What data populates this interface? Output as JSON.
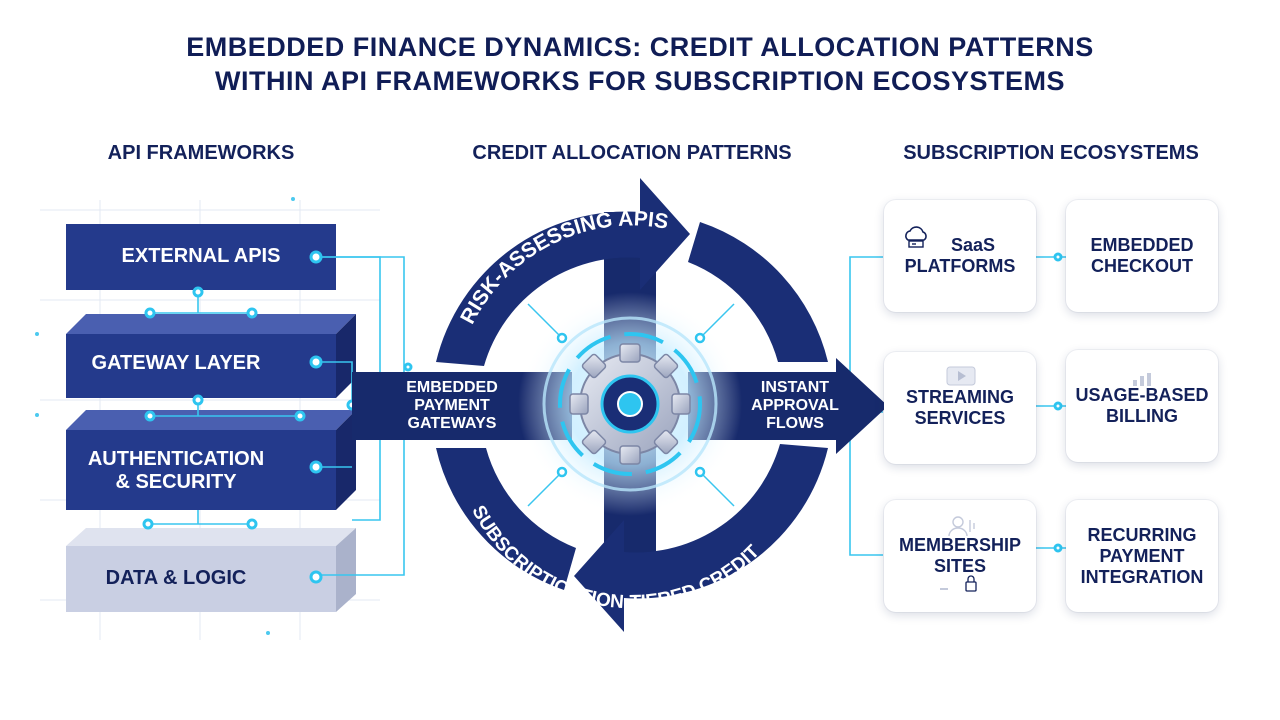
{
  "title": {
    "line1": "EMBEDDED FINANCE DYNAMICS: CREDIT ALLOCATION PATTERNS",
    "line2": "WITHIN API FRAMEWORKS FOR SUBSCRIPTION ECOSYSTEMS"
  },
  "columns": {
    "left": "API FRAMEWORKS",
    "center": "CREDIT ALLOCATION PATTERNS",
    "right": "SUBSCRIPTION ECOSYSTEMS"
  },
  "api_layers": [
    {
      "label": "EXTERNAL APIS"
    },
    {
      "label": "GATEWAY LAYER"
    },
    {
      "label_line1": "AUTHENTICATION",
      "label_line2": "& SECURITY"
    },
    {
      "label": "DATA & LOGIC"
    }
  ],
  "center": {
    "top_arc": "RISK-ASSESSING APIS",
    "bottom_arc": "SUBSCRIPTIONTION-TIERED CREDIT",
    "left_flow": [
      "EMBEDDED",
      "PAYMENT",
      "GATEWAYS"
    ],
    "right_flow": [
      "INSTANT",
      "APPROVAL",
      "FLOWS"
    ]
  },
  "ecosystem_cards": [
    {
      "line1": "SaaS",
      "line2": "PLATFORMS",
      "icon": "cloud-server-icon"
    },
    {
      "line1": "EMBEDDED",
      "line2": "CHECKOUT"
    },
    {
      "line1": "STREAMING",
      "line2": "SERVICES",
      "icon": "play-icon"
    },
    {
      "line1": "USAGE-BASED",
      "line2": "BILLING",
      "icon": "bar-chart-icon"
    },
    {
      "line1": "MEMBERSHIP",
      "line2": "SITES",
      "icon": "user-lock-icon"
    },
    {
      "line1": "RECURRING",
      "line2": "PAYMENT",
      "line3": "INTEGRATION"
    }
  ],
  "colors": {
    "navy": "#1b2f7a",
    "dark_navy": "#0f1f57",
    "cyan": "#2ec5f0",
    "light_layer": "#c7cde4"
  }
}
